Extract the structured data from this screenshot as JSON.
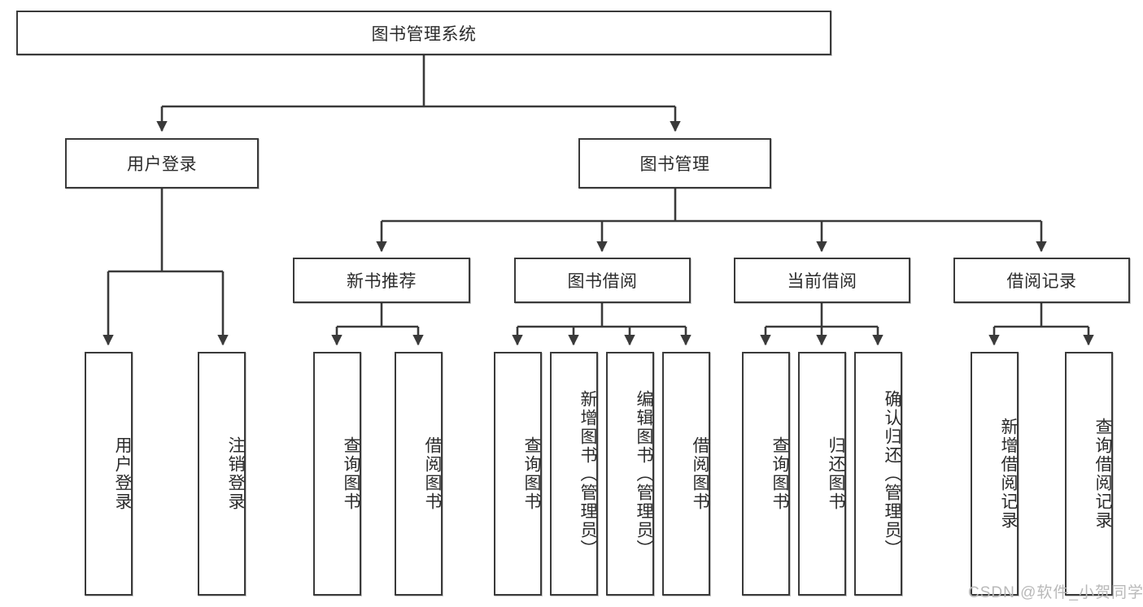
{
  "diagram": {
    "type": "hierarchy-tree",
    "title": "图书管理系统",
    "orientation": "top-down",
    "levels": 4,
    "accent_border": "#3a3a3a",
    "background": "#ffffff",
    "text_color": "#2b2b2b"
  },
  "root": {
    "label": "图书管理系统"
  },
  "level2": [
    {
      "label": "用户登录"
    },
    {
      "label": "图书管理"
    }
  ],
  "level3": [
    {
      "label": "新书推荐"
    },
    {
      "label": "图书借阅"
    },
    {
      "label": "当前借阅"
    },
    {
      "label": "借阅记录"
    }
  ],
  "leaves": {
    "user_login": [
      {
        "label": "用户登录"
      },
      {
        "label": "注销登录"
      }
    ],
    "new_book_recommend": [
      {
        "label": "查询图书"
      },
      {
        "label": "借阅图书"
      }
    ],
    "book_borrow": [
      {
        "label": "查询图书"
      },
      {
        "label": "新增图书（管理员）"
      },
      {
        "label": "编辑图书（管理员）"
      },
      {
        "label": "借阅图书"
      }
    ],
    "current_borrow": [
      {
        "label": "查询图书"
      },
      {
        "label": "归还图书"
      },
      {
        "label": "确认归还（管理员）"
      }
    ],
    "borrow_record": [
      {
        "label": "新增借阅记录"
      },
      {
        "label": "查询借阅记录"
      }
    ]
  },
  "watermark": {
    "text": "CSDN @软件_小贺同学"
  }
}
